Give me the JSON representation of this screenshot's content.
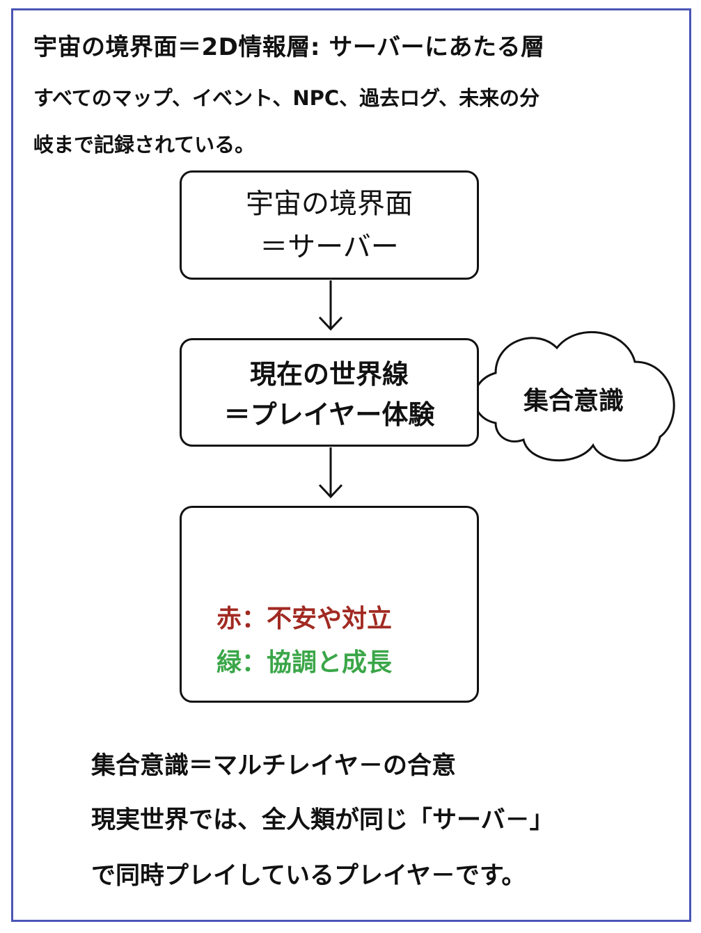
{
  "heading": "宇宙の境界面＝2D情報層: サーバーにあたる層",
  "intro": [
    "すべてのマップ、イベント、NPC、過去ログ、未来の分",
    "岐まで記録されている。"
  ],
  "diagram": {
    "server_box": [
      "宇宙の境界面",
      "＝サーバー"
    ],
    "world_box": [
      "現在の世界線",
      "＝プレイヤー体験"
    ],
    "cloud_label": "集合意識",
    "legend": {
      "red": "赤：不安や対立",
      "green": "緑：協調と成長"
    },
    "colors": {
      "red_line": "#a12a22",
      "green_line": "#3aa648",
      "frame": "#4a55b5"
    }
  },
  "footer": [
    "集合意識＝マルチレイヤ－の合意",
    "現実世界では、全人類が同じ「サーバ－」",
    "で同時プレイしているプレイヤ－です。"
  ]
}
